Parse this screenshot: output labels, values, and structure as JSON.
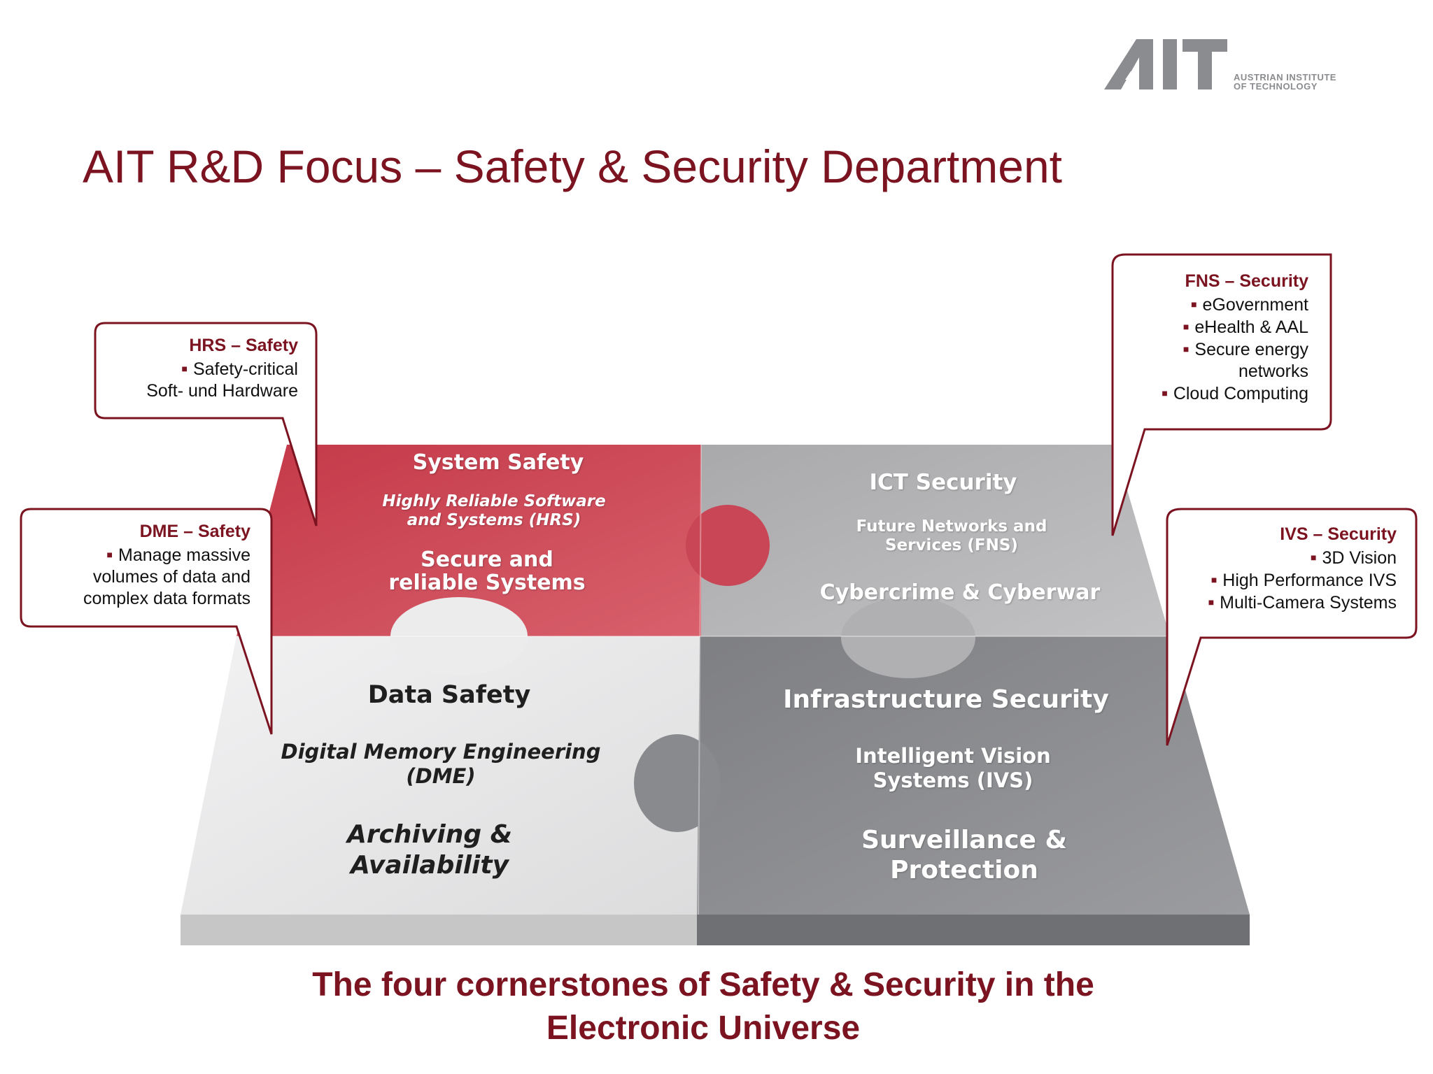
{
  "page": {
    "title": "AIT R&D Focus – Safety & Security Department",
    "footer_line1": "The four cornerstones of Safety & Security in the",
    "footer_line2": "Electronic Universe"
  },
  "logo": {
    "wordmark": "AIT",
    "tag_line1": "AUSTRIAN INSTITUTE",
    "tag_line2": "OF TECHNOLOGY"
  },
  "colors": {
    "brand": "#7b1420",
    "system_safety": "#c0404f",
    "ict_security": "#b3b3b5",
    "data_safety": "#e6e6e7",
    "infrastructure_security": "#8d8e91"
  },
  "pieces": {
    "system_safety": {
      "heading": "System Safety",
      "unit_line1": "Highly Reliable Software",
      "unit_line2": "and Systems (HRS)",
      "topic_line1": "Secure and",
      "topic_line2": "reliable Systems"
    },
    "ict_security": {
      "heading": "ICT Security",
      "unit_line1": "Future Networks and",
      "unit_line2": "Services (FNS)",
      "topic_line1": "Cybercrime & Cyberwar"
    },
    "data_safety": {
      "heading": "Data Safety",
      "unit_line1": "Digital Memory Engineering",
      "unit_line2": "(DME)",
      "topic_line1": "Archiving &",
      "topic_line2": "Availability"
    },
    "infrastructure_security": {
      "heading": "Infrastructure Security",
      "unit_line1": "Intelligent Vision",
      "unit_line2": "Systems (IVS)",
      "topic_line1": "Surveillance &",
      "topic_line2": "Protection"
    }
  },
  "callouts": {
    "hrs": {
      "heading": "HRS – Safety",
      "items": [
        "Safety-critical",
        "Soft- und Hardware"
      ]
    },
    "dme": {
      "heading": "DME – Safety",
      "items": [
        "Manage massive",
        "volumes of data and",
        "complex data formats"
      ]
    },
    "fns": {
      "heading": "FNS – Security",
      "items": [
        "eGovernment",
        "eHealth & AAL",
        "Secure energy",
        "networks",
        "Cloud Computing"
      ]
    },
    "ivs": {
      "heading": "IVS – Security",
      "items": [
        "3D Vision",
        "High Performance IVS",
        "Multi-Camera Systems"
      ]
    }
  }
}
